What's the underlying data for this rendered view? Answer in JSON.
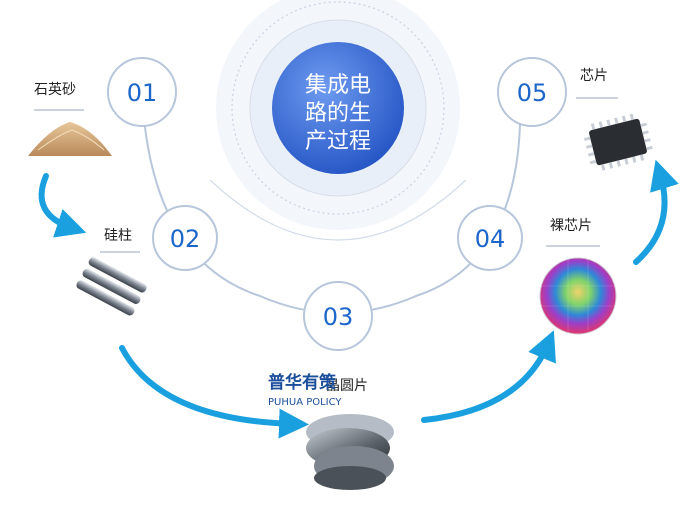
{
  "center_title": [
    "集成电",
    "路的生",
    "产过程"
  ],
  "steps": [
    {
      "number": "01",
      "label": "石英砂"
    },
    {
      "number": "02",
      "label": "硅柱"
    },
    {
      "number": "03",
      "label": "晶圆片"
    },
    {
      "number": "04",
      "label": "裸芯片"
    },
    {
      "number": "05",
      "label": "芯片"
    }
  ],
  "watermark": {
    "name": "普华有策",
    "sub": "PUHUA POLICY"
  },
  "colors": {
    "accent": "#1d66c9",
    "arrow": "#1aa0df",
    "ring": "#b8c6db",
    "center": "#2f63cf"
  }
}
